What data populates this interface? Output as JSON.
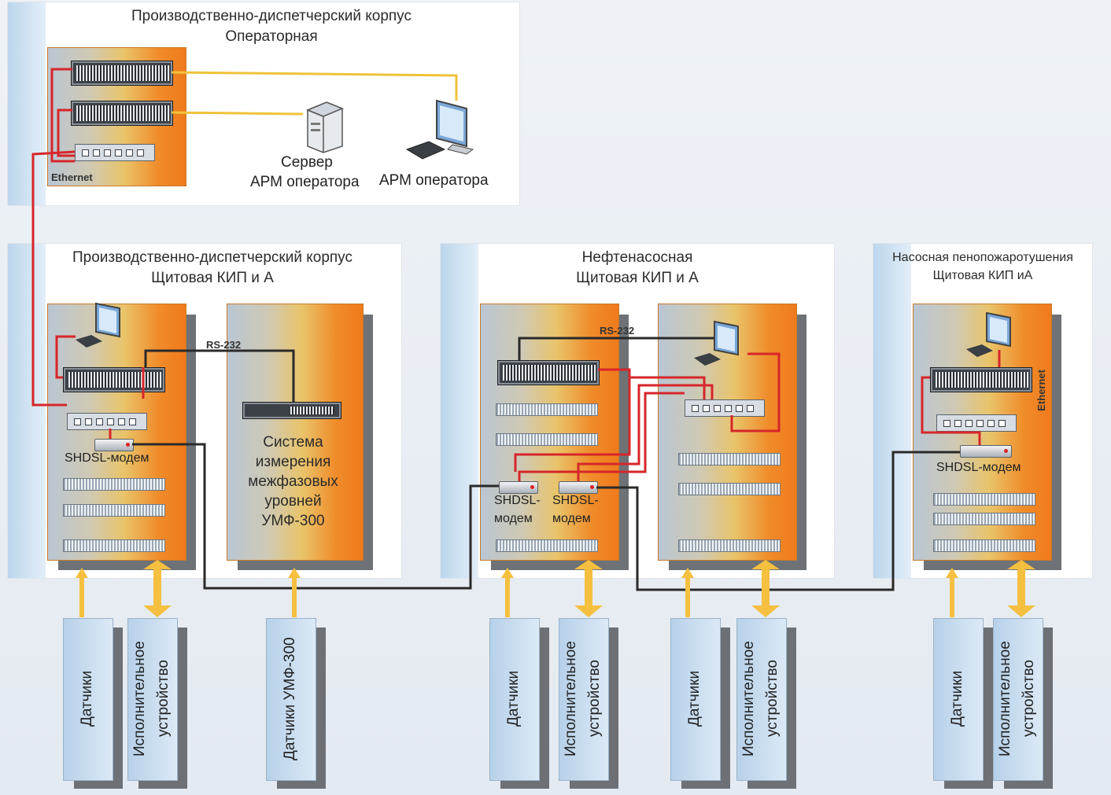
{
  "zones": {
    "top": {
      "title1": "Производственно-диспетчерский корпус",
      "title2": "Операторная"
    },
    "left": {
      "title1": "Производственно-диспетчерский корпус",
      "title2": "Щитовая КИП и А"
    },
    "mid": {
      "title1": "Нефтенасосная",
      "title2": "Щитовая КИП и А"
    },
    "right": {
      "title1": "Насосная пенопожаротушения",
      "title2": "Щитовая КИП иА"
    }
  },
  "operator_room": {
    "ethernet": "Ethernet",
    "server": {
      "line1": "Сервер",
      "line2": "АРМ оператора"
    },
    "workstation": "АРМ оператора"
  },
  "left_room": {
    "modem": "SHDSL-модем",
    "rs232": "RS-232",
    "system": [
      "Система",
      "измерения",
      "межфазовых",
      "уровней",
      "УМФ-300"
    ]
  },
  "mid_room": {
    "rs232": "RS-232",
    "modem1": {
      "line1": "SHDSL-",
      "line2": "модем"
    },
    "modem2": {
      "line1": "SHDSL-",
      "line2": "модем"
    }
  },
  "right_room": {
    "modem": "SHDSL-модем",
    "ethernet": "Ethernet"
  },
  "field": [
    {
      "line1": "Датчики",
      "line2": ""
    },
    {
      "line1": "Исполнительное",
      "line2": "устройство"
    },
    {
      "line1": "Датчики УМФ-300",
      "line2": ""
    },
    {
      "line1": "Датчики",
      "line2": ""
    },
    {
      "line1": "Исполнительное",
      "line2": "устройство"
    },
    {
      "line1": "Датчики",
      "line2": ""
    },
    {
      "line1": "Исполнительное",
      "line2": "устройство"
    },
    {
      "line1": "Датчики",
      "line2": ""
    },
    {
      "line1": "Исполнительное",
      "line2": "устройство"
    }
  ],
  "colors": {
    "ethernet_wire": "#d6262a",
    "serial_wire": "#2a2a2a",
    "optic_wire": "#f0c23a",
    "arrow": "#f5c040"
  }
}
